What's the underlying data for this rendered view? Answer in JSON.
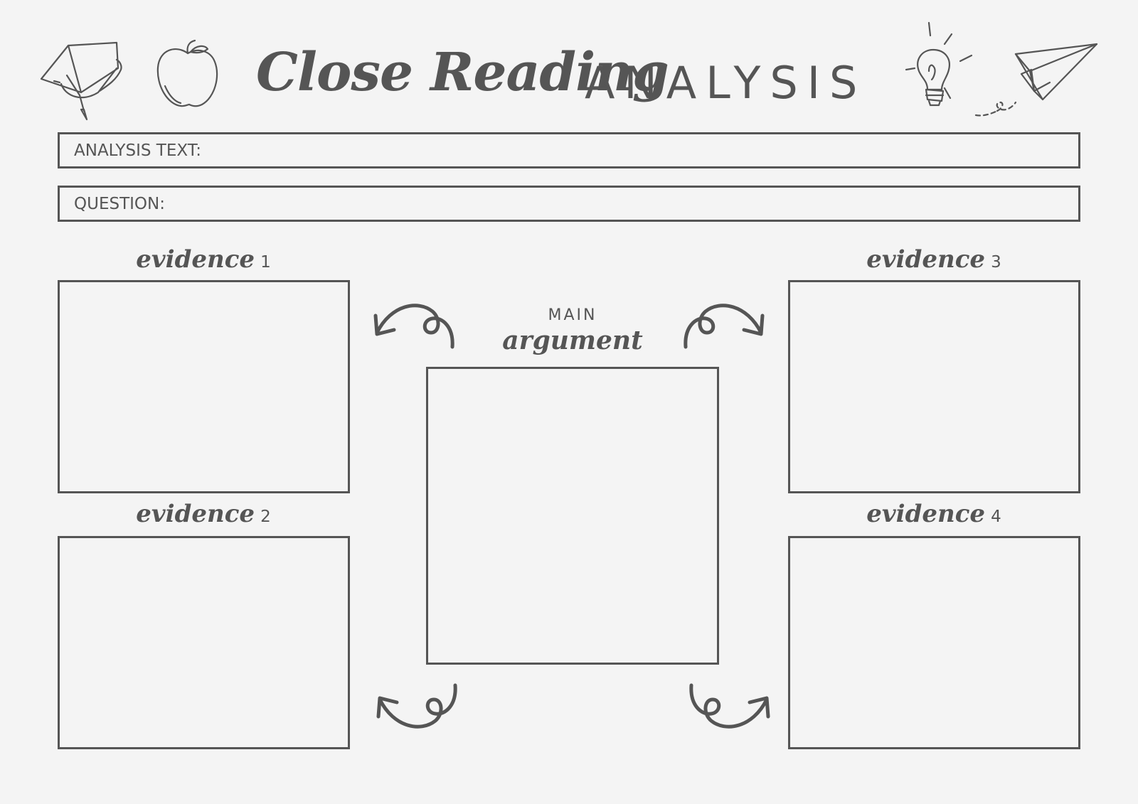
{
  "header": {
    "title_script": "Close Reading",
    "title_caps": "ANALYSIS"
  },
  "fields": {
    "analysis_text_label": "ANALYSIS TEXT:",
    "question_label": "QUESTION:"
  },
  "evidence": [
    {
      "word": "evidence",
      "number": "1"
    },
    {
      "word": "evidence",
      "number": "2"
    },
    {
      "word": "evidence",
      "number": "3"
    },
    {
      "word": "evidence",
      "number": "4"
    }
  ],
  "main_argument": {
    "small": "MAIN",
    "script": "argument"
  },
  "icons": {
    "top_left": [
      "graduation-cap-icon",
      "apple-icon"
    ],
    "top_right": [
      "light-bulb-icon",
      "paper-plane-icon"
    ],
    "connectors": "curly-arrow-icon",
    "stroke_color": "#555555",
    "background_color": "#f4f4f4"
  }
}
